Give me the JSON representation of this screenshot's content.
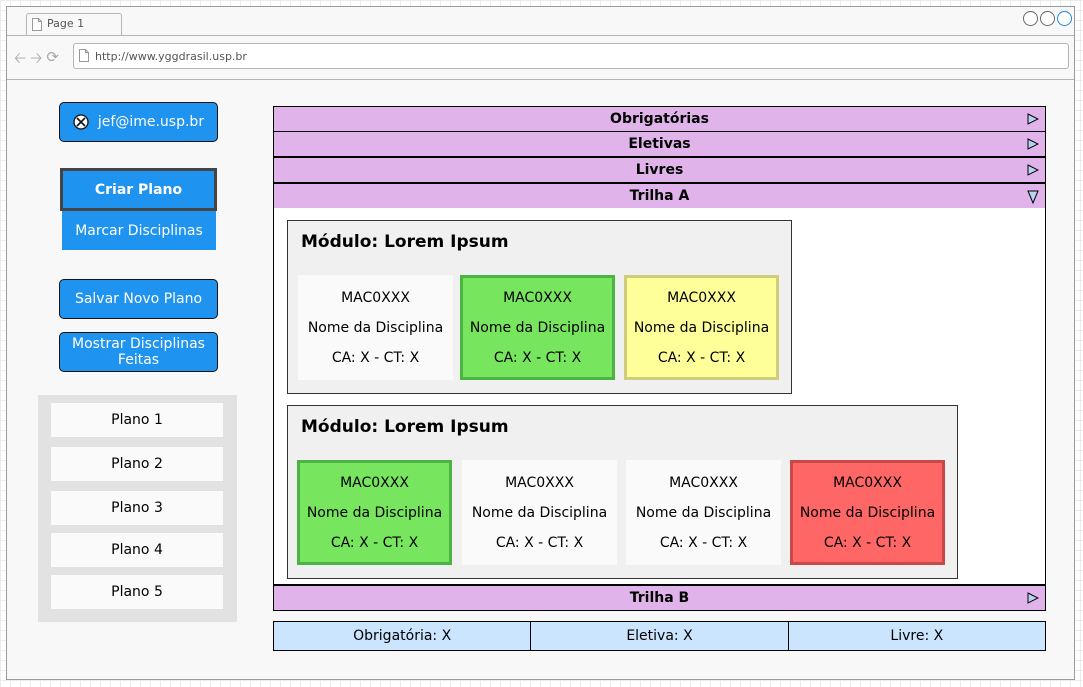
{
  "browser": {
    "tab_label": "Page 1",
    "url": "http://www.yggdrasil.usp.br"
  },
  "sidebar": {
    "user_email": "jef@ime.usp.br",
    "create_plan": "Criar Plano",
    "mark_courses": "Marcar Disciplinas",
    "save_plan": "Salvar Novo Plano",
    "show_done": "Mostrar Disciplinas Feitas",
    "plans": [
      "Plano 1",
      "Plano 2",
      "Plano 3",
      "Plano 4",
      "Plano 5"
    ]
  },
  "accordion": {
    "sections": [
      {
        "label": "Obrigatórias",
        "expanded": false
      },
      {
        "label": "Eletivas",
        "expanded": false
      },
      {
        "label": "Livres",
        "expanded": false
      },
      {
        "label": "Trilha A",
        "expanded": true
      },
      {
        "label": "Trilha B",
        "expanded": false
      }
    ]
  },
  "modules": [
    {
      "title": "Módulo: Lorem Ipsum",
      "courses": [
        {
          "code": "MAC0XXX",
          "name": "Nome da Disciplina",
          "credits": "CA: X - CT: X",
          "status": "none"
        },
        {
          "code": "MAC0XXX",
          "name": "Nome da Disciplina",
          "credits": "CA: X - CT: X",
          "status": "green"
        },
        {
          "code": "MAC0XXX",
          "name": "Nome da Disciplina",
          "credits": "CA: X - CT: X",
          "status": "yellow"
        }
      ]
    },
    {
      "title": "Módulo: Lorem Ipsum",
      "courses": [
        {
          "code": "MAC0XXX",
          "name": "Nome da Disciplina",
          "credits": "CA: X - CT: X",
          "status": "green"
        },
        {
          "code": "MAC0XXX",
          "name": "Nome da Disciplina",
          "credits": "CA: X - CT: X",
          "status": "none"
        },
        {
          "code": "MAC0XXX",
          "name": "Nome da Disciplina",
          "credits": "CA: X - CT: X",
          "status": "none"
        },
        {
          "code": "MAC0XXX",
          "name": "Nome da Disciplina",
          "credits": "CA: X - CT: X",
          "status": "red"
        }
      ]
    }
  ],
  "legend": {
    "mandatory": "Obrigatória: X",
    "elective": "Eletiva: X",
    "free": "Livre: X"
  },
  "colors": {
    "button_blue": "#1e93f0",
    "accordion_purple": "#e0b4ea",
    "course_green": "#77e65e",
    "course_yellow": "#ffff99",
    "course_red": "#ff6666",
    "legend_blue": "#cce5ff"
  }
}
